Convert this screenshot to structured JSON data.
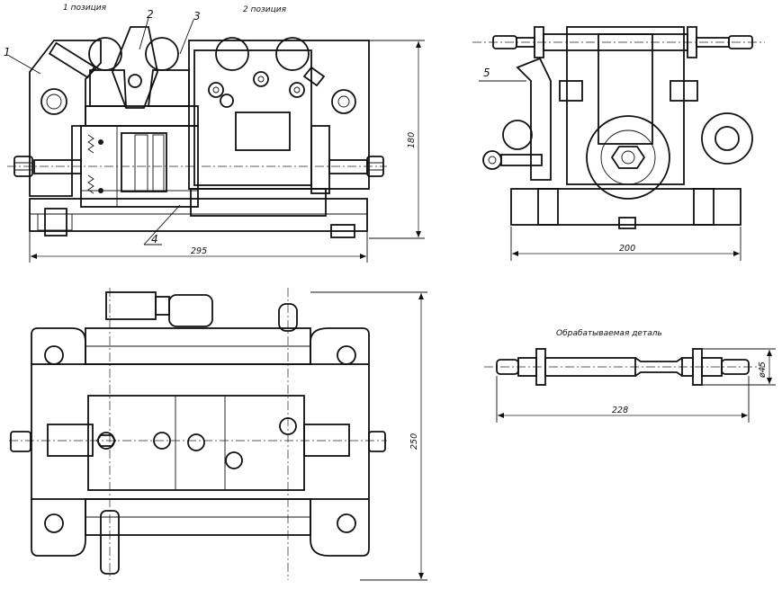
{
  "labels": {
    "position_1": "1 позиция",
    "position_2": "2 позиция",
    "workpiece": "Обрабатываемая деталь"
  },
  "callouts": {
    "c1": "1",
    "c2": "2",
    "c3": "3",
    "c4": "4",
    "c5": "5"
  },
  "dimensions": {
    "front_width": "295",
    "front_height": "180",
    "side_width": "200",
    "plan_height": "250",
    "part_length": "228",
    "part_diameter": "ø45"
  }
}
